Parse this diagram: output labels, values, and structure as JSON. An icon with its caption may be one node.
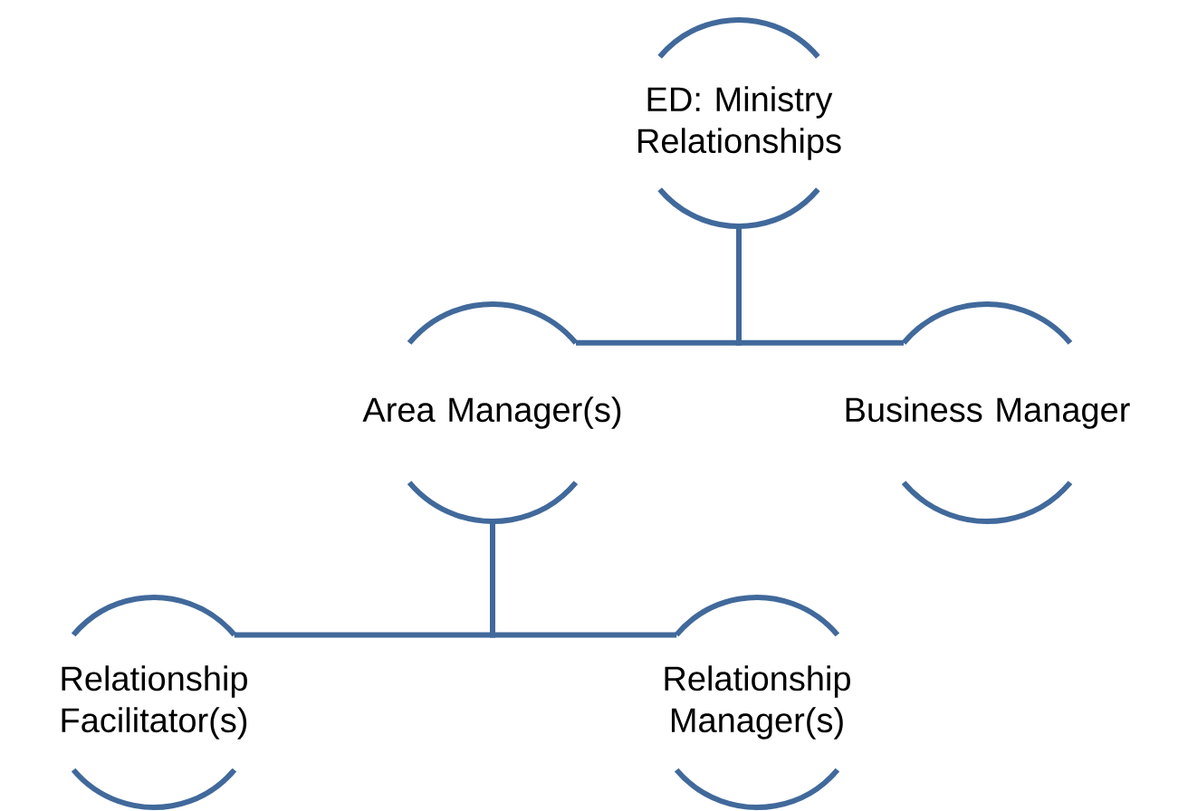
{
  "diagram": {
    "nodes": [
      {
        "text": [
          "ED: Ministry Relationships"
        ]
      },
      {
        "text": [
          "Area Manager(s)"
        ]
      },
      {
        "text": [
          "Business Manager"
        ]
      },
      {
        "text": [
          "Relationship Facilitator(s)"
        ]
      },
      {
        "text": [
          "Relationship Manager(s)"
        ]
      }
    ],
    "edges": [
      {
        "from": 0,
        "to": 1,
        "arrow": "none"
      },
      {
        "from": 0,
        "to": 2,
        "arrow": "none"
      },
      {
        "from": 1,
        "to": 3,
        "arrow": "none"
      },
      {
        "from": 1,
        "to": 4,
        "arrow": "none"
      }
    ]
  }
}
